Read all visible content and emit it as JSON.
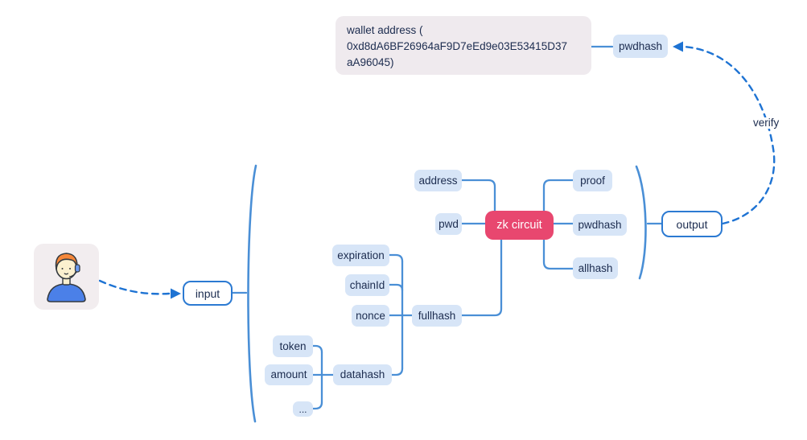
{
  "colors": {
    "canvas-bg": "#ffffff",
    "node-bg": "#d7e5f7",
    "navy": "#1c2c4f",
    "line": "#4a8fd6",
    "dash": "#1e73d3",
    "pink": "#e8476f",
    "pink-text": "#ffffff",
    "wallet-bg": "#efeaee",
    "avatar-bg": "#f2edef",
    "io-border": "#2c7ad2"
  },
  "wallet": {
    "lines": [
      "wallet address (",
      "0xd8dA6BF26964aF9D7eEd9e03E53415D37",
      "aA96045)"
    ]
  },
  "nodes": {
    "pwdhash_top": "pwdhash",
    "verify": "verify",
    "input": "input",
    "output": "output",
    "address": "address",
    "pwd": "pwd",
    "zk_circuit": "zk circuit",
    "expiration": "expiration",
    "chainid": "chainId",
    "nonce": "nonce",
    "fullhash": "fullhash",
    "token": "token",
    "amount": "amount",
    "ellipsis": "...",
    "datahash": "datahash",
    "proof": "proof",
    "pwdhash_out": "pwdhash",
    "allhash": "allhash"
  },
  "icons": {
    "avatar": "user-with-headset-icon"
  }
}
